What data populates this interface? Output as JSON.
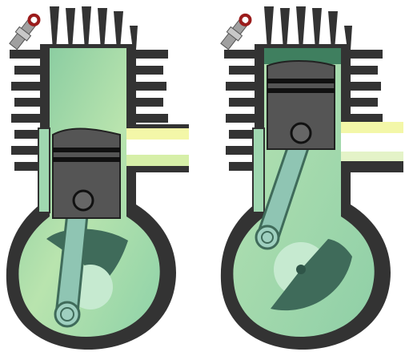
{
  "diagram": {
    "engines": [
      {
        "id": "left-engine",
        "stroke_phase": "piston-down",
        "label": ""
      },
      {
        "id": "right-engine",
        "stroke_phase": "piston-up",
        "label": ""
      }
    ]
  },
  "colors": {
    "background": "#ffffff",
    "engine_body": "#333333",
    "mixture_green": "#a8dcaf",
    "mixture_green_dark": "#7fc79e",
    "burnt_gas": "#3f7f5f",
    "piston": "#555555",
    "piston_ring": "#111111",
    "connecting_rod": "#8fc5b3",
    "crank_disk": "#3f6b5a",
    "spark_plug_body": "#a0a0a0",
    "spark_plug_cap": "#9b1c1c",
    "port_highlight": "#f3f7a8"
  },
  "icons": {
    "spark_plug": "spark-plug-icon",
    "piston": "piston-icon",
    "crankshaft": "crankshaft-icon"
  }
}
